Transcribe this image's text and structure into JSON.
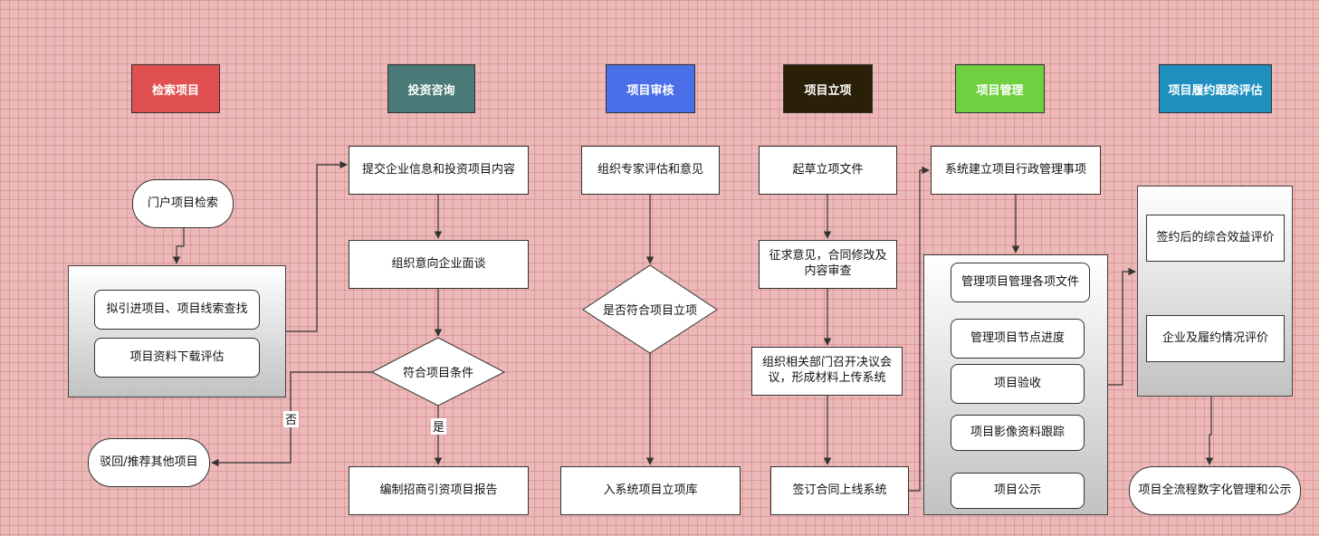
{
  "headers": [
    {
      "label": "检索项目",
      "color": "#e05050"
    },
    {
      "label": "投资咨询",
      "color": "#4a7a78"
    },
    {
      "label": "项目审核",
      "color": "#4a6fe8"
    },
    {
      "label": "项目立项",
      "color": "#2a2008"
    },
    {
      "label": "项目管理",
      "color": "#6fd040"
    },
    {
      "label": "项目履约跟踪评估",
      "color": "#1f8fbf"
    }
  ],
  "col1": {
    "start": "门户项目检索",
    "panel_items": [
      "拟引进项目、项目线索查找",
      "项目资料下载评估"
    ],
    "reject": "驳回/推荐其他项目"
  },
  "col2": {
    "step1": "提交企业信息和投资项目内容",
    "step2": "组织意向企业面谈",
    "decision": "符合项目条件",
    "yes_label": "是",
    "no_label": "否",
    "end": "编制招商引资项目报告"
  },
  "col3": {
    "step1": "组织专家评估和意见",
    "decision": "是否符合项目立项",
    "end": "入系统项目立项库"
  },
  "col4": {
    "step1": "起草立项文件",
    "step2": "征求意见，合同修改及内容审查",
    "step3": "组织相关部门召开决议会议，形成材料上传系统",
    "end": "签订合同上线系统"
  },
  "col5": {
    "step1": "系统建立项目行政管理事项",
    "panel_items": [
      "管理项目管理各项文件",
      "管理项目节点进度",
      "项目验收",
      "项目影像资料跟踪",
      "项目公示"
    ]
  },
  "col6": {
    "panel_items": [
      "签约后的综合效益评价",
      "企业及履约情况评价"
    ],
    "end": "项目全流程数字化管理和公示"
  }
}
